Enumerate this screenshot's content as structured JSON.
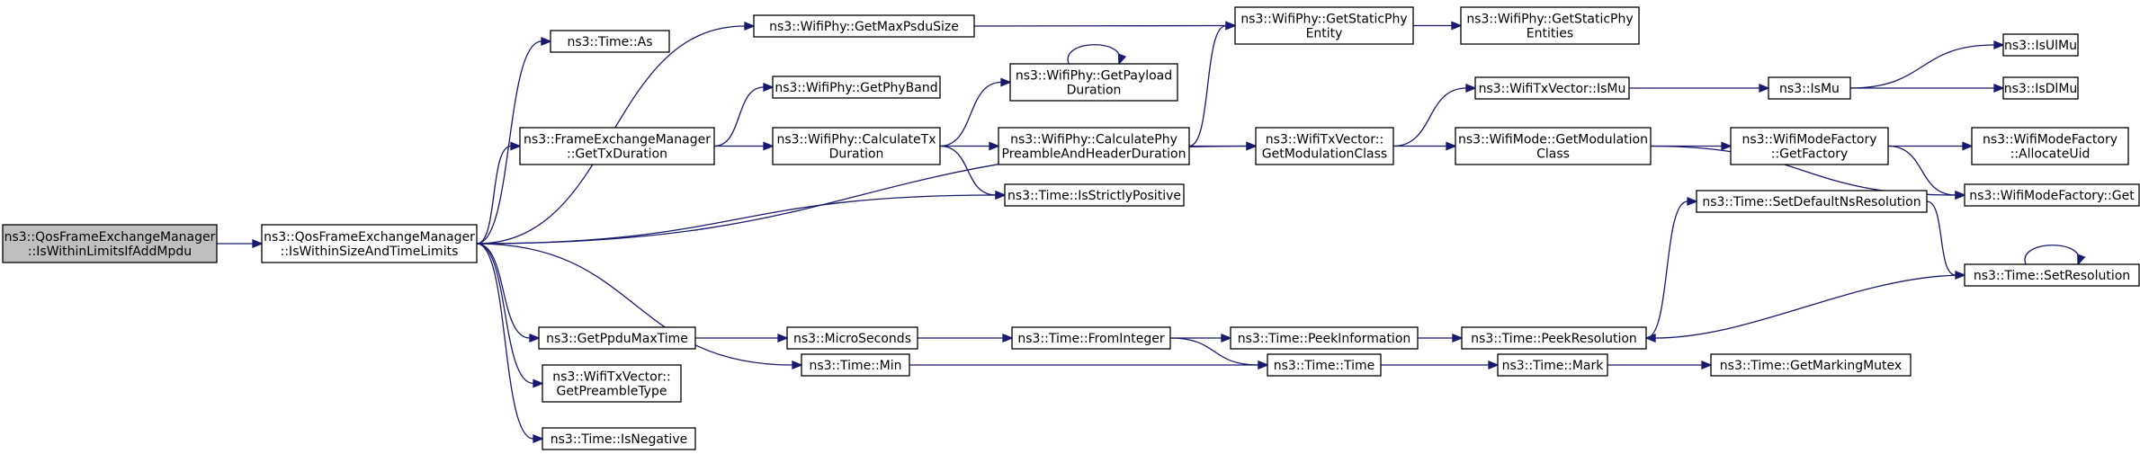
{
  "colors": {
    "edge": "#191970",
    "root_fill": "#bfbfbf",
    "node_fill": "#ffffff",
    "border": "#000000"
  },
  "nodes": [
    {
      "id": "n0",
      "lines": [
        "ns3::QosFrameExchangeManager",
        "::IsWithinLimitsIfAddMpdu"
      ],
      "root": true
    },
    {
      "id": "n1",
      "lines": [
        "ns3::QosFrameExchangeManager",
        "::IsWithinSizeAndTimeLimits"
      ]
    },
    {
      "id": "n2",
      "lines": [
        "ns3::Time::As"
      ]
    },
    {
      "id": "n3",
      "lines": [
        "ns3::WifiPhy::GetMaxPsduSize"
      ]
    },
    {
      "id": "n4",
      "lines": [
        "ns3::FrameExchangeManager",
        "::GetTxDuration"
      ]
    },
    {
      "id": "n5",
      "lines": [
        "ns3::GetPpduMaxTime"
      ]
    },
    {
      "id": "n6",
      "lines": [
        "ns3::Time::Min"
      ]
    },
    {
      "id": "n7",
      "lines": [
        "ns3::WifiTxVector::",
        "GetPreambleType"
      ]
    },
    {
      "id": "n8",
      "lines": [
        "ns3::Time::IsNegative"
      ]
    },
    {
      "id": "n9",
      "lines": [
        "ns3::WifiPhy::GetPhyBand"
      ]
    },
    {
      "id": "n10",
      "lines": [
        "ns3::WifiPhy::CalculateTx",
        "Duration"
      ]
    },
    {
      "id": "n11",
      "lines": [
        "ns3::WifiPhy::GetPayload",
        "Duration"
      ]
    },
    {
      "id": "n12",
      "lines": [
        "ns3::WifiPhy::CalculatePhy",
        "PreambleAndHeaderDuration"
      ]
    },
    {
      "id": "n13",
      "lines": [
        "ns3::Time::IsStrictlyPositive"
      ]
    },
    {
      "id": "n14",
      "lines": [
        "ns3::MicroSeconds"
      ]
    },
    {
      "id": "n15",
      "lines": [
        "ns3::Time::FromInteger"
      ]
    },
    {
      "id": "n16",
      "lines": [
        "ns3::WifiPhy::GetStaticPhy",
        "Entity"
      ]
    },
    {
      "id": "n17",
      "lines": [
        "ns3::WifiTxVector::",
        "GetModulationClass"
      ]
    },
    {
      "id": "n18",
      "lines": [
        "ns3::Time::PeekInformation"
      ]
    },
    {
      "id": "n19",
      "lines": [
        "ns3::Time::Time"
      ]
    },
    {
      "id": "n20",
      "lines": [
        "ns3::WifiPhy::GetStaticPhy",
        "Entities"
      ]
    },
    {
      "id": "n21",
      "lines": [
        "ns3::WifiTxVector::IsMu"
      ]
    },
    {
      "id": "n22",
      "lines": [
        "ns3::WifiMode::GetModulation",
        "Class"
      ]
    },
    {
      "id": "n23",
      "lines": [
        "ns3::Time::PeekResolution"
      ]
    },
    {
      "id": "n24",
      "lines": [
        "ns3::Time::Mark"
      ]
    },
    {
      "id": "n25",
      "lines": [
        "ns3::IsMu"
      ]
    },
    {
      "id": "n26",
      "lines": [
        "ns3::WifiModeFactory",
        "::GetFactory"
      ]
    },
    {
      "id": "n27",
      "lines": [
        "ns3::WifiModeFactory::Get"
      ]
    },
    {
      "id": "n28",
      "lines": [
        "ns3::Time::SetDefaultNsResolution"
      ]
    },
    {
      "id": "n29",
      "lines": [
        "ns3::Time::GetMarkingMutex"
      ]
    },
    {
      "id": "n30",
      "lines": [
        "ns3::IsUlMu"
      ]
    },
    {
      "id": "n31",
      "lines": [
        "ns3::IsDlMu"
      ]
    },
    {
      "id": "n32",
      "lines": [
        "ns3::WifiModeFactory",
        "::AllocateUid"
      ]
    },
    {
      "id": "n33",
      "lines": [
        "ns3::Time::SetResolution"
      ]
    }
  ],
  "edges": [
    [
      "n0",
      "n1"
    ],
    [
      "n1",
      "n2"
    ],
    [
      "n1",
      "n3"
    ],
    [
      "n1",
      "n4"
    ],
    [
      "n1",
      "n13"
    ],
    [
      "n1",
      "n17"
    ],
    [
      "n1",
      "n5"
    ],
    [
      "n1",
      "n6"
    ],
    [
      "n1",
      "n7"
    ],
    [
      "n1",
      "n8"
    ],
    [
      "n3",
      "n16"
    ],
    [
      "n4",
      "n9"
    ],
    [
      "n4",
      "n10"
    ],
    [
      "n10",
      "n11"
    ],
    [
      "n10",
      "n12"
    ],
    [
      "n10",
      "n13"
    ],
    [
      "n11",
      "n11"
    ],
    [
      "n12",
      "n16"
    ],
    [
      "n12",
      "n17"
    ],
    [
      "n16",
      "n20"
    ],
    [
      "n17",
      "n21"
    ],
    [
      "n17",
      "n22"
    ],
    [
      "n21",
      "n25"
    ],
    [
      "n25",
      "n30"
    ],
    [
      "n25",
      "n31"
    ],
    [
      "n22",
      "n26"
    ],
    [
      "n22",
      "n27"
    ],
    [
      "n26",
      "n32"
    ],
    [
      "n26",
      "n27"
    ],
    [
      "n5",
      "n14"
    ],
    [
      "n14",
      "n15"
    ],
    [
      "n15",
      "n18"
    ],
    [
      "n15",
      "n19"
    ],
    [
      "n6",
      "n19"
    ],
    [
      "n18",
      "n23"
    ],
    [
      "n23",
      "n28"
    ],
    [
      "n28",
      "n33"
    ],
    [
      "n33",
      "n23"
    ],
    [
      "n33",
      "n33"
    ],
    [
      "n19",
      "n24"
    ],
    [
      "n24",
      "n29"
    ]
  ]
}
